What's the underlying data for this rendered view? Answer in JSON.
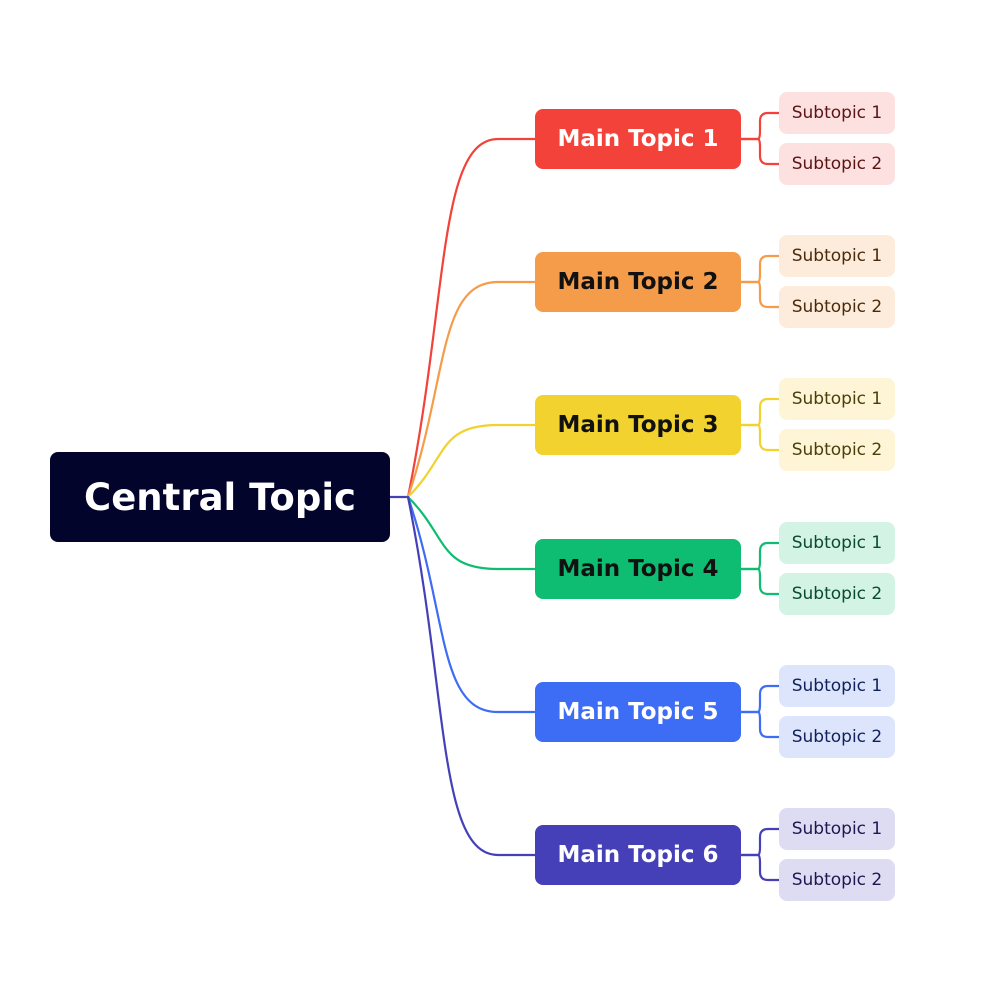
{
  "central": {
    "label": "Central Topic",
    "bg": "#03042b",
    "color": "#ffffff"
  },
  "branches": [
    {
      "label": "Main Topic 1",
      "color": "#f2423a",
      "text": "#ffffff",
      "sub_bg": "#fde0e0",
      "sub_text": "#5a1414",
      "subtopics": [
        "Subtopic 1",
        "Subtopic 2"
      ]
    },
    {
      "label": "Main Topic 2",
      "color": "#f59c4b",
      "text": "#111111",
      "sub_bg": "#fdecdc",
      "sub_text": "#4a2a0c",
      "subtopics": [
        "Subtopic 1",
        "Subtopic 2"
      ]
    },
    {
      "label": "Main Topic 3",
      "color": "#f2d22e",
      "text": "#111111",
      "sub_bg": "#fdf5d6",
      "sub_text": "#4a3f0a",
      "subtopics": [
        "Subtopic 1",
        "Subtopic 2"
      ]
    },
    {
      "label": "Main Topic 4",
      "color": "#0fbd72",
      "text": "#111111",
      "sub_bg": "#d3f3e4",
      "sub_text": "#0a4a2e",
      "subtopics": [
        "Subtopic 1",
        "Subtopic 2"
      ]
    },
    {
      "label": "Main Topic 5",
      "color": "#3d6cf5",
      "text": "#ffffff",
      "sub_bg": "#dde5fd",
      "sub_text": "#10205a",
      "subtopics": [
        "Subtopic 1",
        "Subtopic 2"
      ]
    },
    {
      "label": "Main Topic 6",
      "color": "#4640b8",
      "text": "#ffffff",
      "sub_bg": "#dedcf2",
      "sub_text": "#1c1850",
      "subtopics": [
        "Subtopic 1",
        "Subtopic 2"
      ]
    }
  ]
}
